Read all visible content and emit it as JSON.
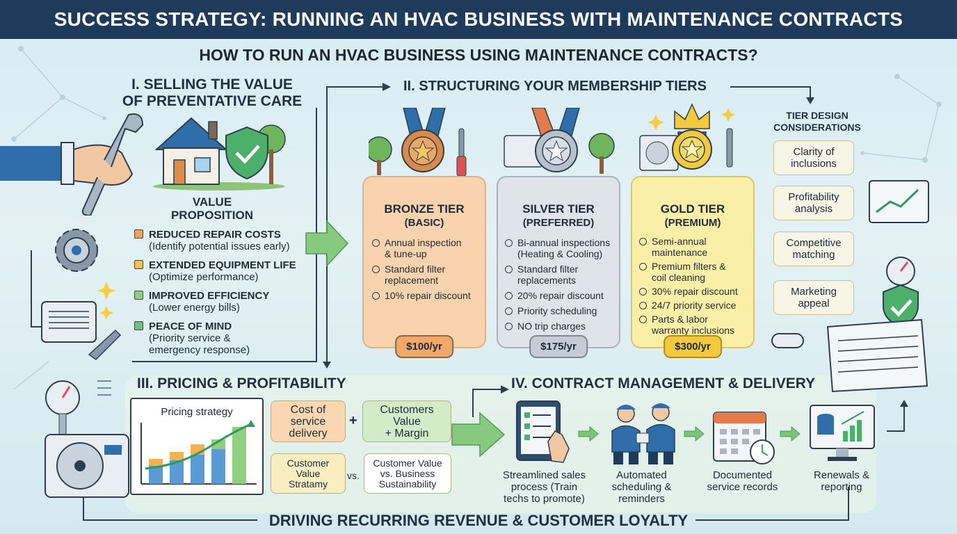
{
  "header": {
    "title": "SUCCESS STRATEGY: RUNNING AN HVAC BUSINESS WITH MAINTENANCE CONTRACTS",
    "subtitle": "HOW TO RUN AN HVAC BUSINESS USING MAINTENANCE CONTRACTS?"
  },
  "section1": {
    "title_line1": "I. SELLING THE VALUE",
    "title_line2": "OF PREVENTATIVE CARE",
    "vp_line1": "VALUE",
    "vp_line2": "PROPOSITION",
    "items": [
      {
        "title": "REDUCED REPAIR COSTS",
        "desc": "(Identify potential issues early)",
        "color": "#f0a35a"
      },
      {
        "title": "EXTENDED EQUIPMENT LIFE",
        "desc": "(Optimize performance)",
        "color": "#f2c24e"
      },
      {
        "title": "IMPROVED EFFICIENCY",
        "desc": "(Lower energy bills)",
        "color": "#8fcf7f"
      },
      {
        "title": "PEACE OF MIND",
        "desc_line1": "(Priority service &",
        "desc_line2": "emergency response)",
        "color": "#6fbf86"
      }
    ]
  },
  "section2": {
    "title": "II. STRUCTURING YOUR MEMBERSHIP TIERS",
    "tiers": [
      {
        "name": "BRONZE TIER",
        "level": "(BASIC)",
        "price": "$100/yr",
        "bg": "#f9d3ae",
        "price_bg": "#f3a86a",
        "items": [
          [
            "Annual inspection",
            "& tune-up"
          ],
          [
            "Standard filter",
            "replacement"
          ],
          [
            "10% repair discount"
          ]
        ]
      },
      {
        "name": "SILVER TIER",
        "level": "(PREFERRED)",
        "price": "$175/yr",
        "bg": "#dfe3ea",
        "price_bg": "#c5ccd6",
        "items": [
          [
            "Bi-annual inspections",
            "(Heating & Cooling)"
          ],
          [
            "Standard filter",
            "replacements"
          ],
          [
            "20% repair discount"
          ],
          [
            "Priority scheduling"
          ],
          [
            "NO trip charges"
          ]
        ]
      },
      {
        "name": "GOLD TIER",
        "level": "(PREMIUM)",
        "price": "$300/yr",
        "bg": "#fbeea6",
        "price_bg": "#f4c93d",
        "items": [
          [
            "Semi-annual",
            "maintenance"
          ],
          [
            "Premium filters &",
            "coil cleaning"
          ],
          [
            "30% repair discount"
          ],
          [
            "24/7 priority service"
          ],
          [
            "Parts & labor",
            "warranty inclusions"
          ]
        ]
      }
    ],
    "considerations_title_line1": "TIER DESIGN",
    "considerations_title_line2": "CONSIDERATIONS",
    "considerations": [
      [
        "Clarity of",
        "inclusions"
      ],
      [
        "Profitability",
        "analysis"
      ],
      [
        "Competitive",
        "matching"
      ],
      [
        "Marketing",
        "appeal"
      ]
    ]
  },
  "section3": {
    "title": "III. PRICING & PROFITABILITY",
    "chart_title": "Pricing strategy",
    "box1": [
      "Cost of",
      "service",
      "delivery"
    ],
    "plus": "+",
    "box2": [
      "Customers",
      "Value",
      "+ Margin"
    ],
    "box3": [
      "Customer",
      "Value",
      "Stratamy"
    ],
    "vs": "vs.",
    "box4": [
      "Customer Value",
      "vs. Business",
      "Sustainability"
    ]
  },
  "section4": {
    "title": "IV. CONTRACT MANAGEMENT & DELIVERY",
    "steps": [
      [
        "Streamlined sales",
        "process (Train",
        "techs to promote)"
      ],
      [
        "Automated",
        "scheduling &",
        "reminders"
      ],
      [
        "Documented",
        "service records"
      ],
      [
        "Renewals &",
        "reporting"
      ]
    ]
  },
  "footer": {
    "text": "DRIVING RECURRING REVENUE & CUSTOMER LOYALTY"
  },
  "colors": {
    "header": "#1f3b5c",
    "arrow_green": "#7cc47a",
    "bronze": "#f9d3ae",
    "silver": "#dfe3ea",
    "gold": "#fbeea6"
  }
}
